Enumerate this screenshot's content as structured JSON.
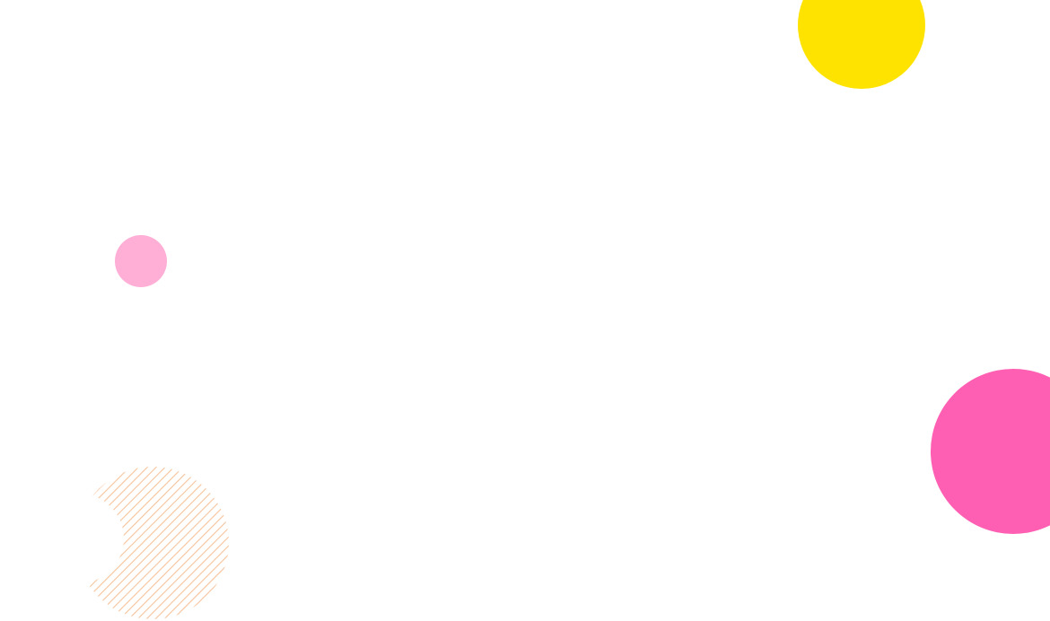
{
  "colors": {
    "background": "#ffffff",
    "yellow_circle": "#ffe300",
    "small_pink_circle": "#ffaed6",
    "large_pink_circle": "#ff5fb2",
    "hatch_stroke": "#f6c39b"
  },
  "decorations": [
    {
      "shape": "circle",
      "fill": "yellow"
    },
    {
      "shape": "circle",
      "fill": "light-pink"
    },
    {
      "shape": "circle",
      "fill": "hot-pink"
    },
    {
      "shape": "crescent",
      "fill": "diagonal-hatch"
    }
  ]
}
